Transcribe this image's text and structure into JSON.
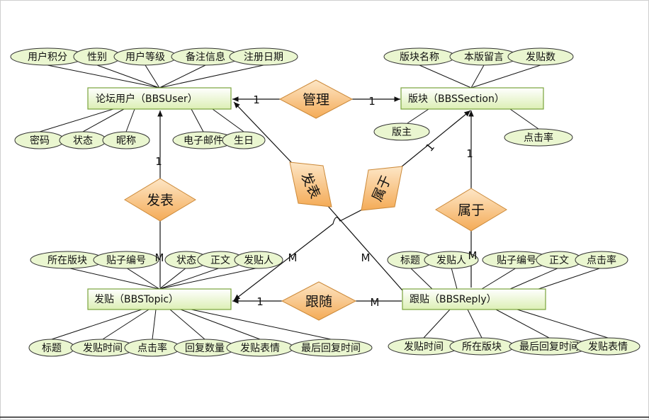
{
  "entities": {
    "bbs_user": "论坛用户（BBSUser）",
    "bbs_section": "版块（BBSSection）",
    "bbs_topic": "发贴（BBSTopic）",
    "bbs_reply": "跟贴（BBSReply）"
  },
  "relationships": {
    "manage": "管理",
    "publish_user_topic": "发表",
    "publish_user_reply": "发表",
    "belong_topic_section": "属于",
    "belong_reply_section": "属于",
    "follow": "跟随"
  },
  "cardinalities": {
    "manage_user": "1",
    "manage_section": "1",
    "publish_user": "1",
    "publish_topic": "M",
    "publish2_reply": "M",
    "belong_section": "1",
    "belong_topic": "M",
    "belong2_section": "1",
    "belong2_reply": "M",
    "follow_topic": "1",
    "follow_reply": "M"
  },
  "user_attributes": {
    "points": "用户积分",
    "gender": "性别",
    "level": "用户等级",
    "remark": "备注信息",
    "reg_date": "注册日期",
    "password": "密码",
    "state": "状态",
    "nickname": "昵称",
    "email": "电子邮件",
    "birthday": "生日"
  },
  "section_attributes": {
    "name": "版块名称",
    "notice": "本版留言",
    "post_count": "发贴数",
    "master": "版主",
    "click_rate": "点击率"
  },
  "topic_attributes": {
    "section": "所在版块",
    "topic_no": "贴子编号",
    "state": "状态",
    "content": "正文",
    "author": "发贴人",
    "title": "标题",
    "post_time": "发贴时间",
    "click_rate": "点击率",
    "reply_count": "回复数量",
    "face": "发贴表情",
    "last_reply_time": "最后回复时间"
  },
  "reply_attributes": {
    "title": "标题",
    "author": "发贴人",
    "topic_no": "贴子编号",
    "content": "正文",
    "click_rate": "点击率",
    "post_time": "发贴时间",
    "section": "所在版块",
    "last_reply_time": "最后回复时间",
    "face": "发贴表情"
  },
  "colors": {
    "attr_fill": "#eaf6d0",
    "attr_stroke": "#333333",
    "entity_fill_top": "#ffffff",
    "entity_fill_bottom": "#dff0b8",
    "entity_stroke": "#7aa33c",
    "diamond_fill_top": "#fde3c0",
    "diamond_fill_bottom": "#f5b061",
    "diamond_stroke": "#cc8a3a",
    "line": "#111111"
  }
}
